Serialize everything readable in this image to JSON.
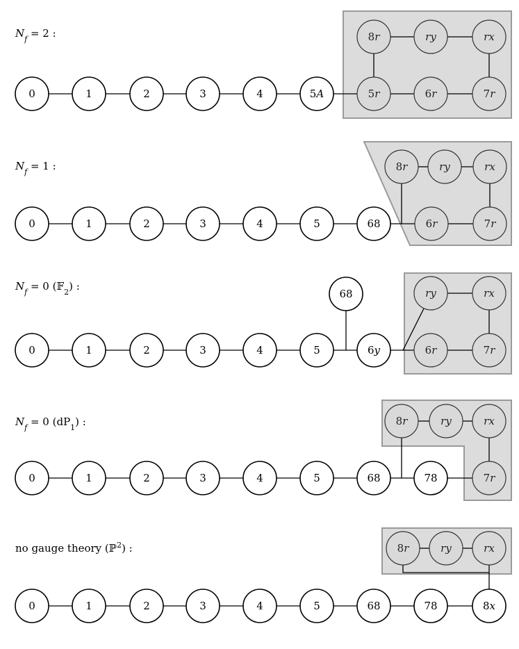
{
  "rows": [
    {
      "label_parts": [
        {
          "t": "N",
          "i": true
        },
        {
          "t": "f",
          "i": true,
          "sub": true
        },
        {
          "t": " = 2 :",
          "i": false
        }
      ],
      "nodes": [
        "0",
        "1",
        "2",
        "3",
        "4",
        "5A",
        "5r",
        "6r",
        "7r",
        "8r",
        "ry",
        "rx"
      ]
    },
    {
      "label_parts": [
        {
          "t": "N",
          "i": true
        },
        {
          "t": "f",
          "i": true,
          "sub": true
        },
        {
          "t": " = 1 :",
          "i": false
        }
      ],
      "nodes": [
        "0",
        "1",
        "2",
        "3",
        "4",
        "5",
        "68",
        "6r",
        "7r",
        "8r",
        "ry",
        "rx"
      ]
    },
    {
      "label_parts": [
        {
          "t": "N",
          "i": true
        },
        {
          "t": "f",
          "i": true,
          "sub": true
        },
        {
          "t": " = 0 (𝔽",
          "i": false
        },
        {
          "t": "2",
          "i": false,
          "sub": true
        },
        {
          "t": ") :",
          "i": false
        }
      ],
      "nodes": [
        "0",
        "1",
        "2",
        "3",
        "4",
        "5",
        "6y",
        "68",
        "6r",
        "7r",
        "ry",
        "rx"
      ]
    },
    {
      "label_parts": [
        {
          "t": "N",
          "i": true
        },
        {
          "t": "f",
          "i": true,
          "sub": true
        },
        {
          "t": " = 0 (dP",
          "i": false
        },
        {
          "t": "1",
          "i": false,
          "sub": true
        },
        {
          "t": ") :",
          "i": false
        }
      ],
      "nodes": [
        "0",
        "1",
        "2",
        "3",
        "4",
        "5",
        "68",
        "78",
        "7r",
        "8r",
        "ry",
        "rx"
      ]
    },
    {
      "label_parts": [
        {
          "t": "no gauge theory  (ℙ",
          "i": false
        },
        {
          "t": "2",
          "i": false,
          "sup": true
        },
        {
          "t": ") :",
          "i": false
        }
      ],
      "nodes": [
        "0",
        "1",
        "2",
        "3",
        "4",
        "5",
        "68",
        "78",
        "8x",
        "8r",
        "ry",
        "rx"
      ]
    }
  ]
}
